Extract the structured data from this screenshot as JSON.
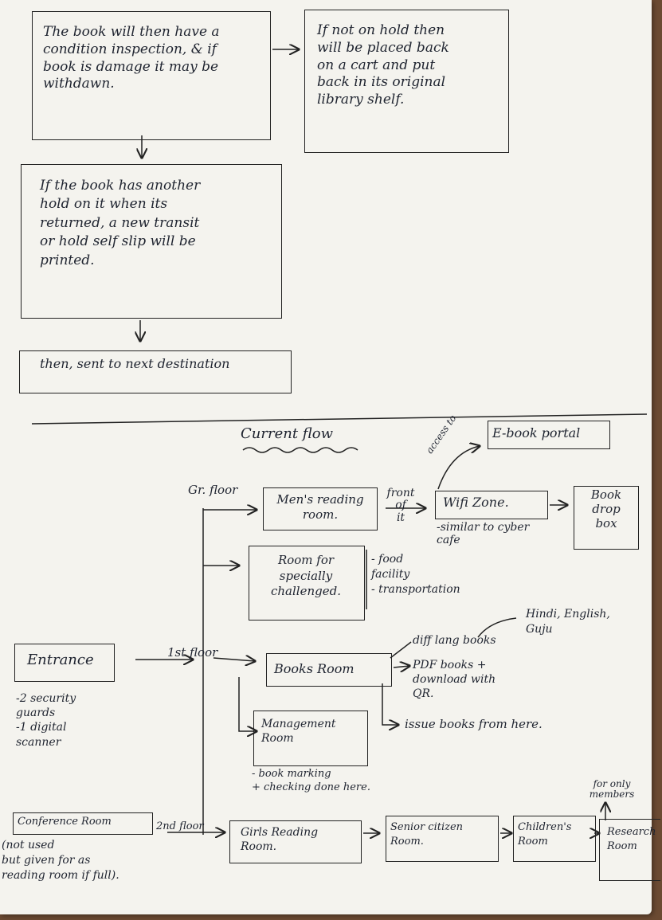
{
  "top_flow": {
    "step_inspection": "The book will then have a\ncondition inspection, & if\nbook is damage it may be\nwithdawn.",
    "step_not_on_hold": "If not on hold then\nwill be placed back\non a cart and put\nback in its original\nlibrary shelf.",
    "step_has_hold": "If the book has another\nhold on it when its\nreturned, a new transit\nor hold self slip will be\nprinted.",
    "step_next_destination": "then, sent to next destination"
  },
  "current_flow": {
    "title": "Current flow",
    "entrance": {
      "label": "Entrance",
      "notes": "-2 security\nguards\n-1 digital\nscanner"
    },
    "floor_labels": {
      "ground": "Gr. floor",
      "first": "1st floor",
      "second": "2nd floor"
    },
    "ground_floor": {
      "mens_reading_room": "Men's reading\nroom.",
      "front_of_it": "front\nof\nit",
      "wifi_zone": "Wifi Zone.",
      "wifi_note": "-similar to cyber\ncafe",
      "accessto": "access to",
      "ebook_portal": "E-book portal",
      "book_drop_box": "Book\ndrop\nbox",
      "specially_challenged_room": "Room for\nspecially\nchallenged.",
      "specially_challenged_notes": "- food\nfacility\n- transportation"
    },
    "first_floor": {
      "books_room": "Books Room",
      "langs": "Hindi, English,\nGuju",
      "books_notes_1": "diff lang books",
      "books_notes_2": "PDF books +\ndownload with\nQR.",
      "books_notes_3": "issue books from here.",
      "management_room": "Management\nRoom",
      "management_notes": "- book marking\n+ checking done here."
    },
    "second_floor": {
      "conference_room": "Conference Room",
      "conference_note": "(not used\nbut given for as\nreading room if full).",
      "girls_reading_room": "Girls Reading\nRoom.",
      "senior_citizen_room": "Senior citizen\nRoom.",
      "childrens_room": "Children's\nRoom",
      "research_room": "Research\nRoom",
      "members_only": "for only\nmembers"
    }
  }
}
